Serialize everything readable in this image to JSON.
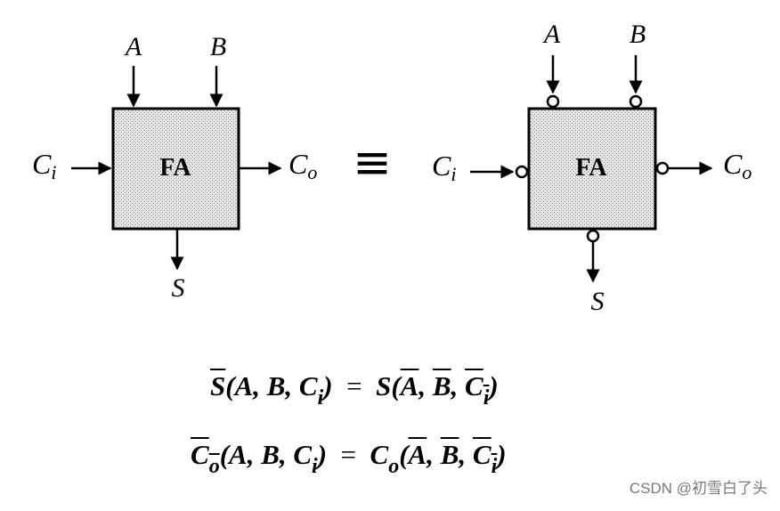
{
  "left_block": {
    "label": "FA",
    "input_a": "A",
    "input_b": "B",
    "carry_in": "C",
    "carry_in_sub": "i",
    "carry_out": "C",
    "carry_out_sub": "o",
    "sum": "S"
  },
  "equivalence_symbol": "≡",
  "right_block": {
    "label": "FA",
    "input_a": "A",
    "input_b": "B",
    "carry_in": "C",
    "carry_in_sub": "i",
    "carry_out": "C",
    "carry_out_sub": "o",
    "sum": "S"
  },
  "equations": {
    "eq1": {
      "lhs_fn": "S",
      "lhs_args_open": "(A, B, C",
      "lhs_sub": "i",
      "lhs_close": ")",
      "equals": "=",
      "rhs_fn": "S",
      "rhs_open": "(",
      "rhs_a": "A",
      "rhs_b": "B",
      "rhs_c": "C",
      "rhs_sub": "i",
      "rhs_close": ")"
    },
    "eq2": {
      "lhs_fn": "C",
      "lhs_fn_sub": "o",
      "lhs_args_open": "(A, B, C",
      "lhs_sub": "i",
      "lhs_close": ")",
      "equals": "=",
      "rhs_fn": "C",
      "rhs_fn_sub": "o",
      "rhs_open": "(",
      "rhs_a": "A",
      "rhs_b": "B",
      "rhs_c": "C",
      "rhs_sub": "i",
      "rhs_close": ")"
    }
  },
  "watermark": "CSDN @初雪白了头",
  "colors": {
    "block_fill": "#d9d9d9",
    "line": "#000000"
  }
}
